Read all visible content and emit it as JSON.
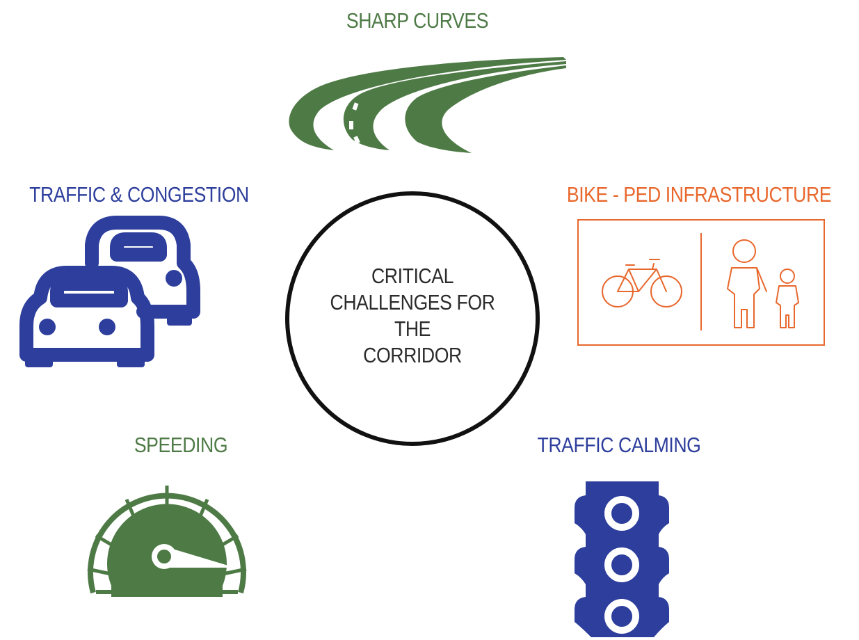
{
  "center": {
    "lines": [
      "CRITICAL",
      "CHALLENGES FOR THE",
      "CORRIDOR"
    ]
  },
  "challenges": [
    {
      "label": "SHARP CURVES",
      "icon": "curved-road-icon",
      "color": "#4e7a46"
    },
    {
      "label": "TRAFFIC & CONGESTION",
      "icon": "cars-icon",
      "color": "#2d3e9c"
    },
    {
      "label": "BIKE - PED INFRASTRUCTURE",
      "icon": "bike-pedestrian-icon",
      "color": "#e8672c"
    },
    {
      "label": "SPEEDING",
      "icon": "speedometer-icon",
      "color": "#4e7a46"
    },
    {
      "label": "TRAFFIC CALMING",
      "icon": "traffic-light-icon",
      "color": "#2d3e9c"
    }
  ]
}
